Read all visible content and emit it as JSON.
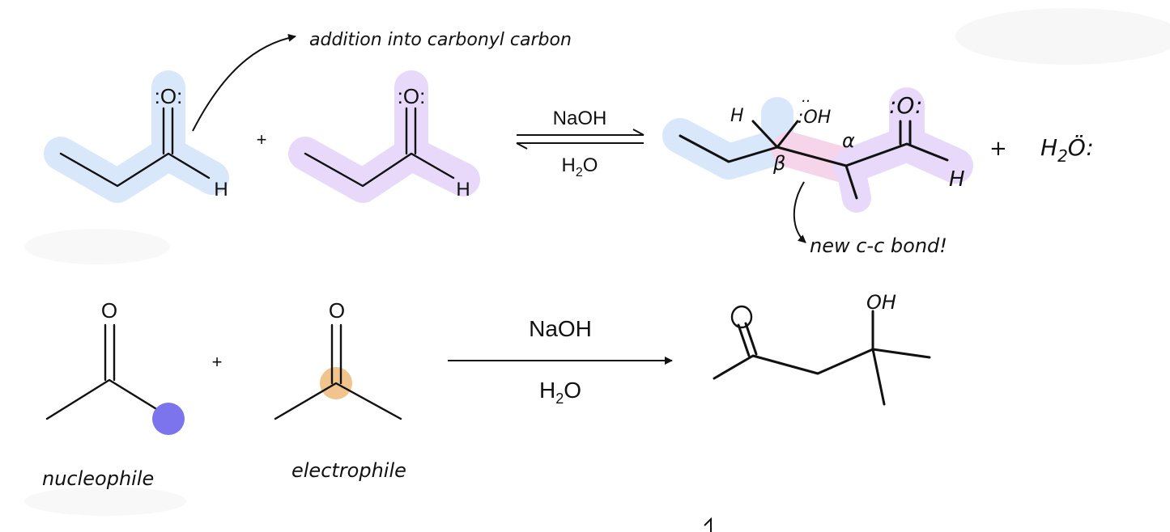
{
  "colors": {
    "blue_highlight": "#d9e7fb",
    "purple_highlight": "#e8d9fb",
    "pink_highlight": "#f6d5ea",
    "nucleophile_dot": "#7b74ec",
    "electrophile_dot": "#f2c48d"
  },
  "top_reaction": {
    "annotation": "addition into carbonyl carbon",
    "reactant1": {
      "oxygen": ":O:",
      "hydrogen": "H"
    },
    "plus": "+",
    "reactant2": {
      "oxygen": ":O:",
      "hydrogen": "H"
    },
    "reagent_above": "NaOH",
    "reagent_below_main": "H",
    "reagent_below_sub": "2",
    "reagent_below_tail": "O",
    "product": {
      "h_label": "H",
      "oh_label": ":OH",
      "oh_dots": "..",
      "o_label": ":O:",
      "alpha": "α",
      "beta": "β",
      "h_end": "H"
    },
    "plus2": "+",
    "water_main": "H",
    "water_sub": "2",
    "water_o": "Ö:",
    "new_bond_note": "new c-c bond!"
  },
  "bottom_reaction": {
    "reactant1": {
      "oxygen": "O",
      "label": "nucleophile"
    },
    "plus": "+",
    "reactant2": {
      "oxygen": "O",
      "label": "electrophile"
    },
    "reagent_above": "NaOH",
    "reagent_below_main": "H",
    "reagent_below_sub": "2",
    "reagent_below_tail": "O",
    "product": {
      "o_label": "O",
      "oh_label": "OH"
    }
  },
  "icons": [
    "reaction-arrow-icon",
    "equilibrium-arrows-icon",
    "curved-arrow-icon"
  ]
}
